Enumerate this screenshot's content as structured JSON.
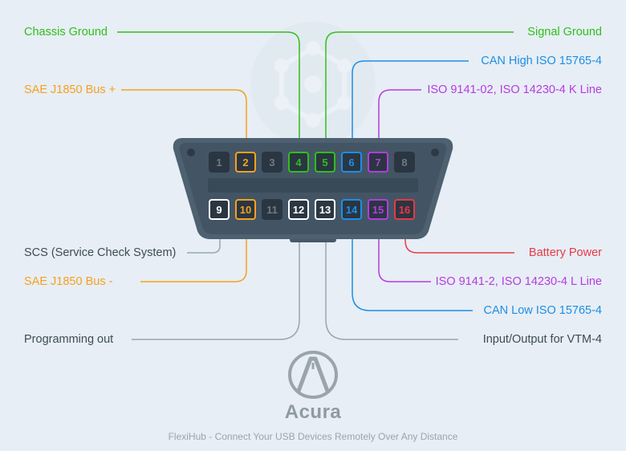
{
  "colors": {
    "green": "#2fbf1a",
    "orange": "#f5a11e",
    "blue": "#1d8ee5",
    "purple": "#b63be0",
    "red": "#e93847",
    "gray": "#97a6b3",
    "dark_text": "#3e4b57",
    "pin_dark": "#2a3642",
    "pin_unused_text": "#6e7a86",
    "connector_body": "#4e6171"
  },
  "labels": {
    "chassis_ground": "Chassis Ground",
    "sae_bus_plus": "SAE J1850 Bus +",
    "scs": "SCS (Service Check System)",
    "sae_bus_minus": "SAE J1850 Bus -",
    "programming_out": "Programming out",
    "signal_ground": "Signal Ground",
    "can_high": "CAN High ISO 15765-4",
    "k_line": "ISO 9141-02, ISO 14230-4 K Line",
    "battery_power": "Battery Power",
    "l_line": "ISO 9141-2, ISO 14230-4 L Line",
    "can_low": "CAN Low ISO 15765-4",
    "vtm4": "Input/Output for VTM-4"
  },
  "pins": [
    {
      "num": "1",
      "color": "none"
    },
    {
      "num": "2",
      "color": "orange"
    },
    {
      "num": "3",
      "color": "none"
    },
    {
      "num": "4",
      "color": "green"
    },
    {
      "num": "5",
      "color": "green"
    },
    {
      "num": "6",
      "color": "blue"
    },
    {
      "num": "7",
      "color": "purple"
    },
    {
      "num": "8",
      "color": "none"
    },
    {
      "num": "9",
      "color": "white"
    },
    {
      "num": "10",
      "color": "orange"
    },
    {
      "num": "11",
      "color": "none"
    },
    {
      "num": "12",
      "color": "white"
    },
    {
      "num": "13",
      "color": "white"
    },
    {
      "num": "14",
      "color": "blue"
    },
    {
      "num": "15",
      "color": "purple"
    },
    {
      "num": "16",
      "color": "red"
    }
  ],
  "brand": "Acura",
  "footer": "FlexiHub - Connect Your USB Devices Remotely Over Any Distance"
}
